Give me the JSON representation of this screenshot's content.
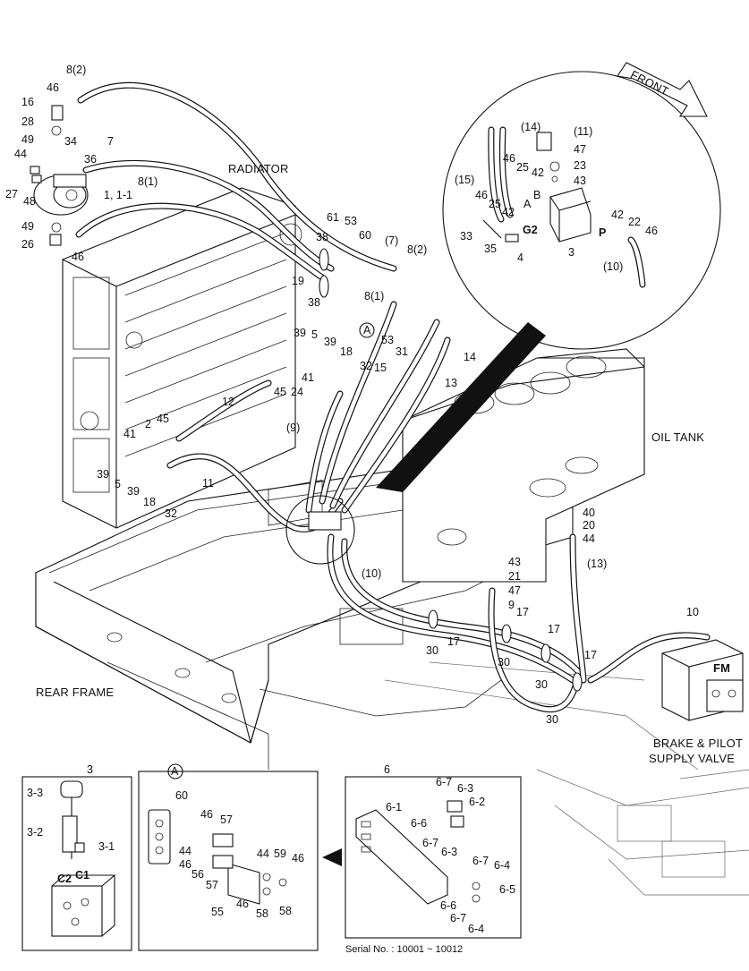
{
  "captions": {
    "radiator": "RADIATOR",
    "oil_tank": "OIL TANK",
    "rear_frame": "REAR FRAME",
    "brake_valve_line1": "BRAKE & PILOT",
    "brake_valve_line2": "SUPPLY VALVE",
    "front": "FRONT",
    "serial": "Serial No. : 10001 ~ 10012",
    "fm": "FM"
  },
  "labels": [
    "8(2)",
    "46",
    "16",
    "28",
    "49",
    "34",
    "7",
    "36",
    "44",
    "48",
    "27",
    "1, 1-1",
    "8(1)",
    "49",
    "26",
    "46",
    "61",
    "53",
    "38",
    "60",
    "(7)",
    "8(2)",
    "19",
    "38",
    "8(1)",
    "A",
    "53",
    "31",
    "14",
    "15",
    "13",
    "39",
    "5",
    "39",
    "18",
    "41",
    "24",
    "45",
    "32",
    "12",
    "2",
    "45",
    "41",
    "39",
    "5",
    "39",
    "18",
    "11",
    "32",
    "(9)",
    "(10)",
    "43",
    "21",
    "47",
    "9",
    "17",
    "17",
    "30",
    "17",
    "30",
    "30",
    "17",
    "30",
    "40",
    "20",
    "44",
    "(13)",
    "10",
    "(14)",
    "(11)",
    "47",
    "23",
    "43",
    "46",
    "25",
    "42",
    "(15)",
    "B",
    "46",
    "25",
    "42",
    "A",
    "33",
    "G2",
    "35",
    "4",
    "3",
    "P",
    "42",
    "22",
    "46",
    "(10)"
  ],
  "inset_3": {
    "title": "3",
    "labels": [
      "3-3",
      "3-2",
      "3-1",
      "C2",
      "C1"
    ]
  },
  "inset_A": {
    "title": "A",
    "labels": [
      "60",
      "46",
      "57",
      "44",
      "46",
      "56",
      "57",
      "55",
      "44",
      "59",
      "46",
      "46",
      "58",
      "58"
    ]
  },
  "inset_6": {
    "title": "6",
    "labels": [
      "6-7",
      "6-3",
      "6-2",
      "6-1",
      "6-6",
      "6-7",
      "6-3",
      "6-7",
      "6-4",
      "6-5",
      "6-6",
      "6-7",
      "6-4"
    ]
  }
}
